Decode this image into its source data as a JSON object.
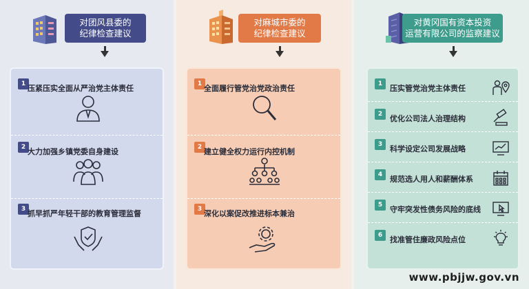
{
  "columns": [
    {
      "title_line1": "对团风县委的",
      "title_line2": "纪律检查建议",
      "items": [
        {
          "num": "1",
          "label": "压紧压实全面从严治党主体责任",
          "icon": "person-tie-icon"
        },
        {
          "num": "2",
          "label": "大力加强乡镇党委自身建设",
          "icon": "group-people-icon"
        },
        {
          "num": "3",
          "label": "抓早抓严年轻干部的教育管理监督",
          "icon": "hands-shield-check-icon"
        }
      ]
    },
    {
      "title_line1": "对麻城市委的",
      "title_line2": "纪律检查建议",
      "items": [
        {
          "num": "1",
          "label": "全面履行管党治党政治责任",
          "icon": "magnifier-icon"
        },
        {
          "num": "2",
          "label": "建立健全权力运行内控机制",
          "icon": "org-chart-icon"
        },
        {
          "num": "3",
          "label": "深化以案促改推进标本兼治",
          "icon": "hand-gear-icon"
        }
      ]
    },
    {
      "title_line1": "对黄冈国有资本投资",
      "title_line2": "运营有限公司的监察建议",
      "items": [
        {
          "num": "1",
          "label": "压实管党治党主体责任",
          "icon": "person-location-icon"
        },
        {
          "num": "2",
          "label": "优化公司法人治理结构",
          "icon": "gavel-icon"
        },
        {
          "num": "3",
          "label": "科学设定公司发展战略",
          "icon": "chart-monitor-icon"
        },
        {
          "num": "4",
          "label": "规范选人用人和薪酬体系",
          "icon": "calendar-icon"
        },
        {
          "num": "5",
          "label": "守牢突发性债务风险的底线",
          "icon": "monitor-cursor-icon"
        },
        {
          "num": "6",
          "label": "找准管住廉政风险点位",
          "icon": "lightbulb-icon"
        }
      ]
    }
  ],
  "watermark": "www.pbjjw.gov.vn",
  "colors": {
    "col1": "#434c88",
    "col2": "#e17a47",
    "col3": "#3d9c8b"
  }
}
